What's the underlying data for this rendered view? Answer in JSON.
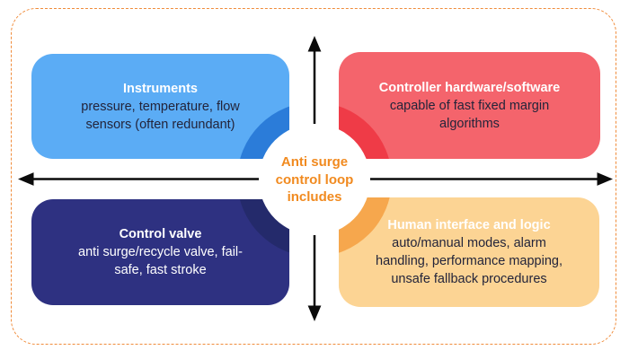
{
  "frame": {
    "border_color": "#F08C3B",
    "background": "#FFFFFF"
  },
  "axes": {
    "color": "#0B0B0B",
    "horizontal": "double-headed-arrow",
    "vertical": "double-headed-arrow"
  },
  "center": {
    "label": "Anti surge control loop includes",
    "text_color": "#F18A1F",
    "circle_color": "#FFFFFF"
  },
  "quadrants": [
    {
      "id": "instruments",
      "position": "top-left",
      "title": "Instruments",
      "body": "pressure, temperature, flow sensors (often redundant)",
      "bg": "#5BACF5",
      "arc": "#2B7CD9",
      "title_color": "#FFFFFF",
      "body_color": "#23243A"
    },
    {
      "id": "controller-hardware-software",
      "position": "top-right",
      "title": "Controller hardware/software",
      "body": "capable of fast fixed margin algorithms",
      "bg": "#F4646C",
      "arc": "#EF3B47",
      "title_color": "#FFFFFF",
      "body_color": "#23243A"
    },
    {
      "id": "control-valve",
      "position": "bottom-left",
      "title": "Control valve",
      "body": "anti surge/recycle valve, fail-safe, fast stroke",
      "bg": "#2E3181",
      "arc": "#242A6B",
      "title_color": "#FFFFFF",
      "body_color": "#FFFFFF"
    },
    {
      "id": "human-interface-and-logic",
      "position": "bottom-right",
      "title": "Human interface and logic",
      "body": "auto/manual modes, alarm handling, performance mapping, unsafe fallback procedures",
      "bg": "#FCD494",
      "arc": "#F6A74D",
      "title_color": "#FFFFFF",
      "body_color": "#23243A"
    }
  ]
}
